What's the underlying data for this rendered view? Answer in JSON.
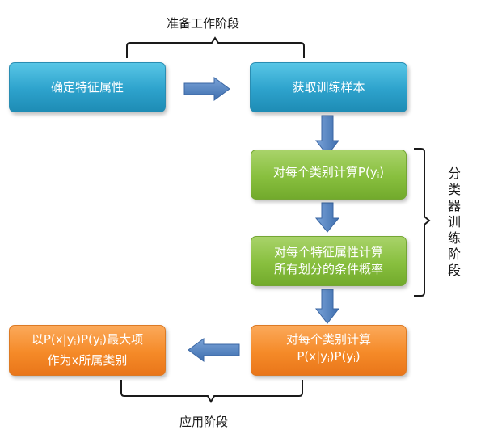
{
  "stages": {
    "prep": "准备工作阶段",
    "training": [
      "分",
      "类",
      "器",
      "训",
      "练",
      "阶",
      "段"
    ],
    "application": "应用阶段"
  },
  "boxes": {
    "determine_features": "确定特征属性",
    "get_samples": "获取训练样本",
    "calc_prior": {
      "prefix": "对每个类别计算P(y",
      "sub": "i",
      "suffix": ")"
    },
    "calc_conditional": {
      "line1": "对每个特征属性计算",
      "line2": "所有划分的条件概率"
    },
    "calc_joint": {
      "line1": "对每个类别计算",
      "p1": "P(x|y",
      "s1": "i",
      "p2": ")P(y",
      "s2": "i",
      "p3": ")"
    },
    "select_max": {
      "p1": "以P(x|y",
      "s1": "i",
      "p2": ")P(y",
      "s2": "i",
      "p3": ")最大项",
      "line2": "作为x所属类别"
    }
  },
  "colors": {
    "blue": "#2da2cc",
    "green": "#88bf3e",
    "orange": "#f58a28",
    "arrow": "#4a7ab8"
  }
}
